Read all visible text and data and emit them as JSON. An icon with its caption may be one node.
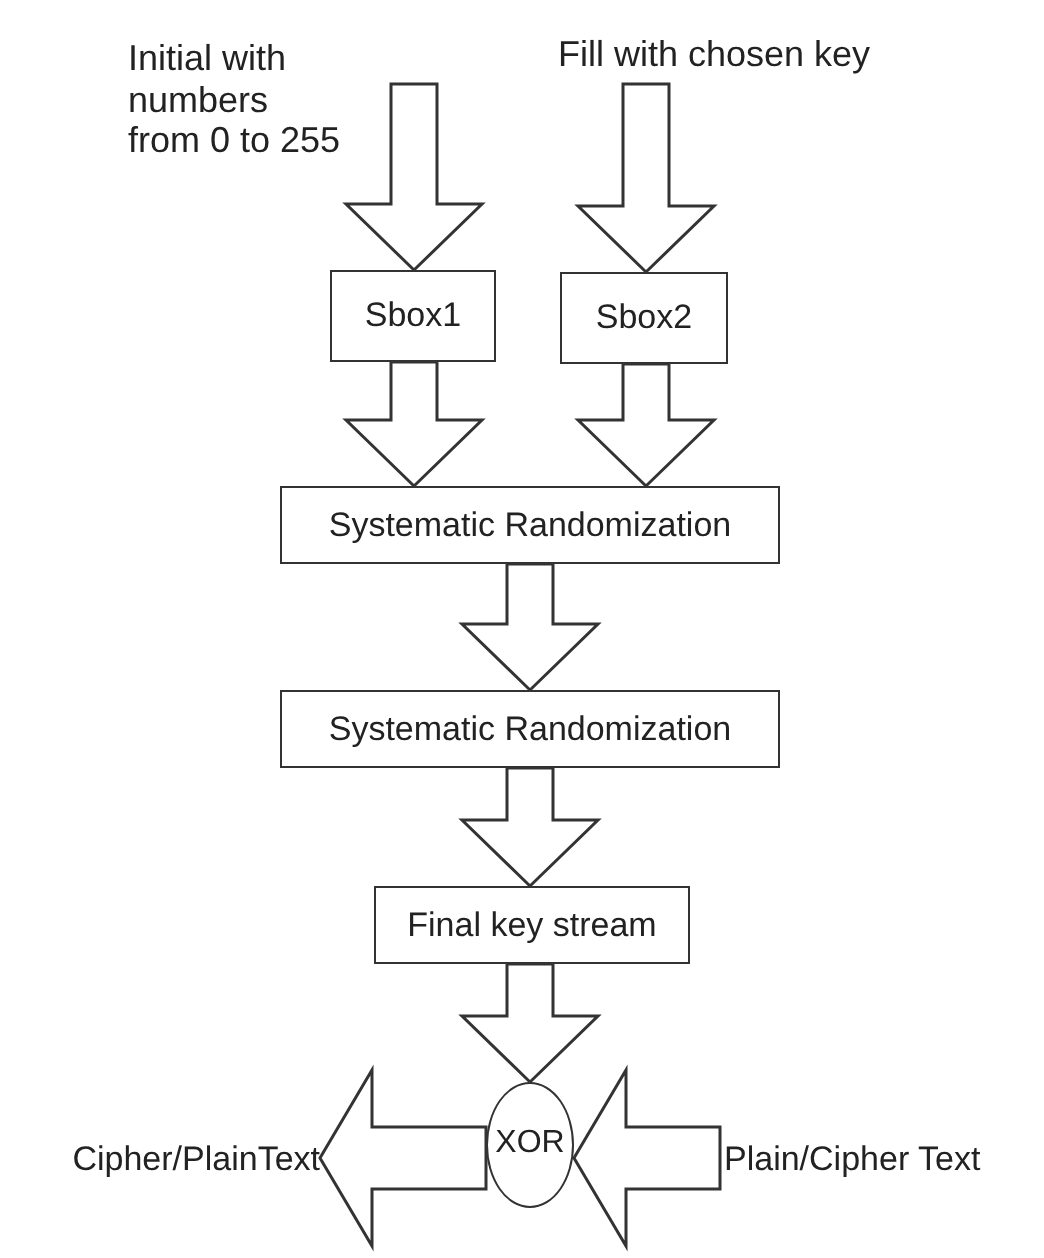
{
  "diagram": {
    "nodes": [
      {
        "text": [
          "Initial with numbers from 0 to 255"
        ]
      },
      {
        "text": [
          "Fill with chosen key"
        ]
      },
      {
        "text": [
          "Sbox1"
        ]
      },
      {
        "text": [
          "Sbox2"
        ]
      },
      {
        "text": [
          "Systematic Randomization"
        ]
      },
      {
        "text": [
          "Systematic Randomization"
        ]
      },
      {
        "text": [
          "Final key stream"
        ]
      },
      {
        "text": [
          "XOR"
        ]
      },
      {
        "text": [
          "Cipher/PlainText"
        ]
      },
      {
        "text": [
          "Plain/Cipher Text"
        ]
      }
    ],
    "edges": [
      {
        "from": 0,
        "to": 2,
        "arrow": "to"
      },
      {
        "from": 1,
        "to": 3,
        "arrow": "to"
      },
      {
        "from": 2,
        "to": 4,
        "arrow": "to"
      },
      {
        "from": 3,
        "to": 4,
        "arrow": "to"
      },
      {
        "from": 4,
        "to": 5,
        "arrow": "to"
      },
      {
        "from": 5,
        "to": 6,
        "arrow": "to"
      },
      {
        "from": 6,
        "to": 7,
        "arrow": "to"
      },
      {
        "from": 9,
        "to": 7,
        "arrow": "to"
      },
      {
        "from": 7,
        "to": 8,
        "arrow": "to"
      }
    ]
  }
}
